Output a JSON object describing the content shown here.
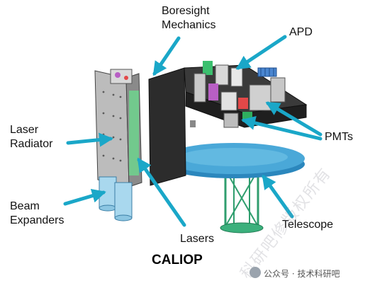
{
  "labels": {
    "boresight": [
      "Boresight",
      "Mechanics"
    ],
    "apd": "APD",
    "laser_radiator": [
      "Laser",
      "Radiator"
    ],
    "pmts": "PMTs",
    "beam_expanders": [
      "Beam",
      "Expanders"
    ],
    "lasers": "Lasers",
    "telescope": "Telescope"
  },
  "caption": "CALIOP",
  "watermark": {
    "account": "公众号 · 技术科研吧",
    "diagonal": "科研吧修版权所有"
  },
  "colors": {
    "arrow": "#1aa7c8",
    "telescope": "#4aa8d8",
    "panel": "#2c2c2c",
    "radiator": "#bcbcbc",
    "beam_expander": "#a9d8ee",
    "support": "#2f9e6e"
  }
}
